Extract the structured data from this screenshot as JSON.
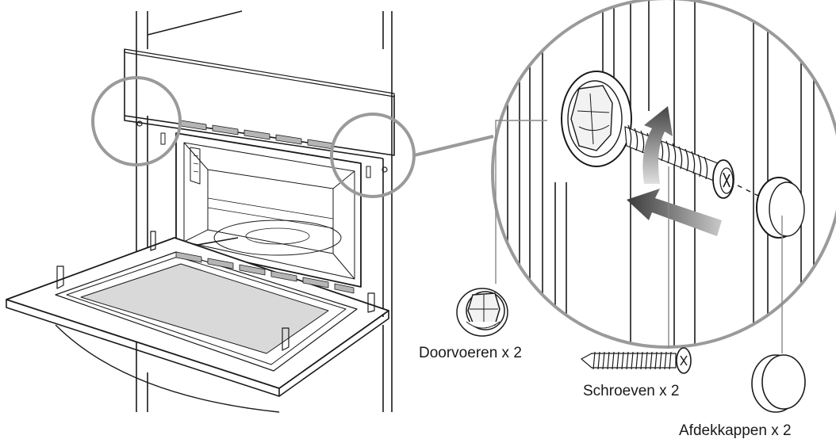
{
  "parts": {
    "grommet_label": "Doorvoeren x 2",
    "screw_label": "Schroeven x 2",
    "cap_label": "Afdekkappen x 2"
  },
  "colors": {
    "line": "#1a1a1a",
    "highlight_circle": "#9a9a9a",
    "arrow": "#555555",
    "glass": "#d9d9d9",
    "vent": "#b5b5b5"
  },
  "icons": [
    "oven-drawing",
    "mounting-highlight-circle",
    "zoom-detail-circle",
    "grommet-part",
    "screw-part",
    "cover-cap-part",
    "insertion-arrow",
    "rotation-arrow"
  ]
}
